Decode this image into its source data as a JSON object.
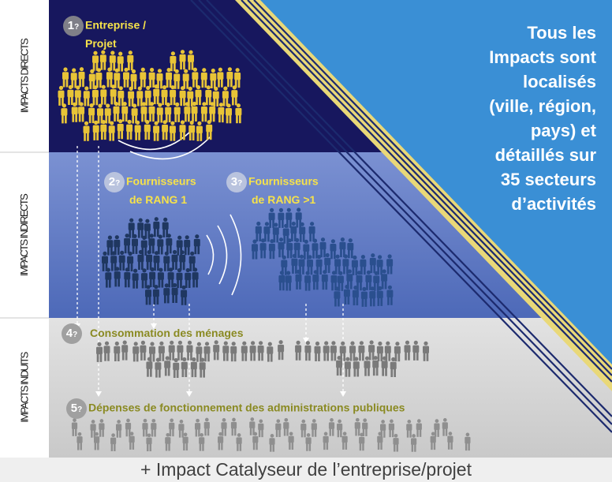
{
  "bands": {
    "direct_label": "IMPACTS DIRECTS",
    "indirect_label": "IMPACTS INDIRECTS",
    "induced_label": "IMPACTS INDUITS"
  },
  "steps": {
    "s1": {
      "num": "1",
      "glyph": "?",
      "line1": "Entreprise /",
      "line2": "Projet"
    },
    "s2": {
      "num": "2",
      "glyph": "?",
      "line1": "Fournisseurs",
      "line2": "de RANG 1"
    },
    "s3": {
      "num": "3",
      "glyph": "?",
      "line1": "Fournisseurs",
      "line2": "de RANG >1"
    },
    "s4": {
      "num": "4",
      "glyph": "?",
      "label": "Consommation des ménages"
    },
    "s5": {
      "num": "5",
      "glyph": "?",
      "label": "Dépenses de fonctionnement des administrations publiques"
    }
  },
  "impacts_text": [
    "Tous les",
    "Impacts sont",
    "localisés",
    "(ville, région,",
    "pays) et",
    "détaillés sur",
    "35 secteurs",
    "d’activités"
  ],
  "footer": "+ Impact Catalyseur de l’entreprise/projet",
  "colors": {
    "direct_bg": "#17175e",
    "indirect_bg": "#5b79c4",
    "induced_bg": "#d2d2d2",
    "right_panel": "#3a8fd5",
    "yellow_stripe": "#e9d878",
    "direct_people": "#e8c437",
    "rank1_people": "#1f3760",
    "rank2_people": "#2a4f8e",
    "induced_people": "#7a7a7a",
    "step_text_yellow": "#f6e24a",
    "step_text_olive": "#8a8a22"
  }
}
